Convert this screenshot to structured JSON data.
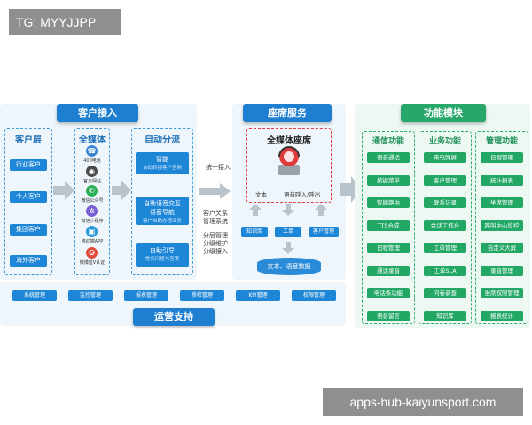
{
  "watermark_top": "TG: MYYJJPP",
  "watermark_bottom": "apps-hub-kaiyunsport.com",
  "customer_access": {
    "title": "客户接入",
    "layer": {
      "title": "客户层",
      "items": [
        "行业客户",
        "个人客户",
        "集团客户",
        "海外客户"
      ]
    },
    "media": {
      "title": "全媒体",
      "channels": [
        "400电话",
        "官方网站",
        "微信公众号",
        "微信小程序",
        "移动端APP",
        "微博蓝V认证"
      ]
    },
    "auto": {
      "title": "自动分流",
      "boxes": [
        {
          "title": "智能",
          "sub": "自动转接客户官网"
        },
        {
          "title": "自助语音交互",
          "title2": "语音导航",
          "sub": "客户自助办理业务"
        },
        {
          "title": "自助引导",
          "sub": "常见问题与答案"
        }
      ]
    }
  },
  "middle": {
    "unified": "统一接入",
    "crm": [
      "客户关系",
      "管理系统"
    ],
    "dispatch": [
      "分层管理",
      "分级维护",
      "分级接入"
    ]
  },
  "seat": {
    "title": "座席服务",
    "omni": "全媒体座席",
    "io_left": "文本",
    "io_right": "语音呼入/呼出",
    "tools": [
      "知识库",
      "工单",
      "客户管理"
    ],
    "store": "文本、语音数据"
  },
  "functions": {
    "title": "功能模块",
    "columns": [
      {
        "title": "通信功能",
        "items": [
          "语音通话",
          "按键菜单",
          "智能路由",
          "TTS合成",
          "日程管理",
          "通话录音",
          "电话条功能",
          "语音留言"
        ]
      },
      {
        "title": "业务功能",
        "items": [
          "来电弹屏",
          "客户管理",
          "联系记录",
          "会话工作台",
          "工单管理",
          "工单SLA",
          "问卷调查",
          "知识库"
        ]
      },
      {
        "title": "管理功能",
        "items": [
          "日程管理",
          "统计报表",
          "坐席管理",
          "呼叫中心监控",
          "自定义大屏",
          "录音管理",
          "坐席权限管理",
          "报表统计"
        ]
      }
    ]
  },
  "ops": {
    "title": "运营支持",
    "buttons": [
      "系统管理",
      "监控管理",
      "报表管理",
      "质检管理",
      "KPI管理",
      "权限管理"
    ]
  },
  "colors": {
    "blue": "#1e86d6",
    "green": "#22a765",
    "red": "#e03a3a"
  }
}
